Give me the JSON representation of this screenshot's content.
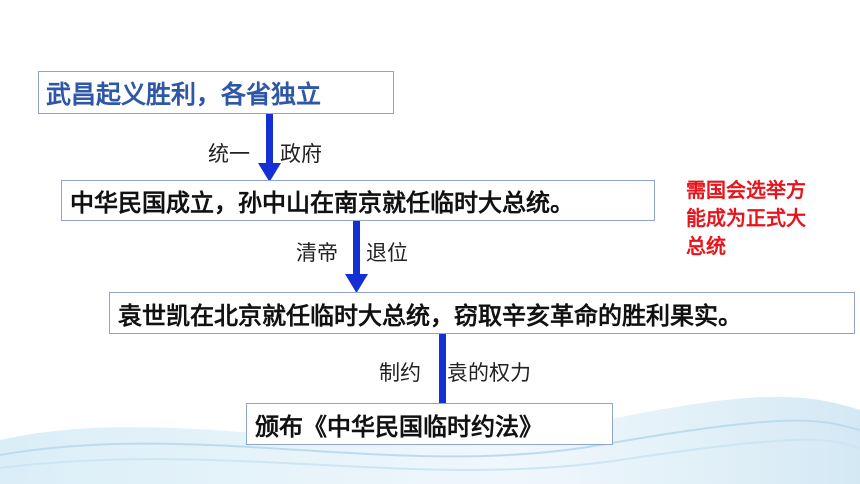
{
  "flow": {
    "box1": "武昌起义胜利，各省独立",
    "label1a": "统一",
    "label1b": "政府",
    "box2": "中华民国成立，孙中山在南京就任临时大总统。",
    "label2a": "清帝",
    "label2b": "退位",
    "box3": "袁世凯在北京就任临时大总统，窃取辛亥革命的胜利果实。",
    "label3a": "制约",
    "label3b": "袁的权力",
    "box4": "颁布《中华民国临时约法》"
  },
  "note": {
    "line1": "需国会选举方",
    "line2": "能成为正式大",
    "line3": "总统"
  },
  "colors": {
    "arrow": "#1430d4",
    "note": "#e8141c",
    "box1_text": "#2f57a8",
    "box_border": "#8fa6cc"
  }
}
